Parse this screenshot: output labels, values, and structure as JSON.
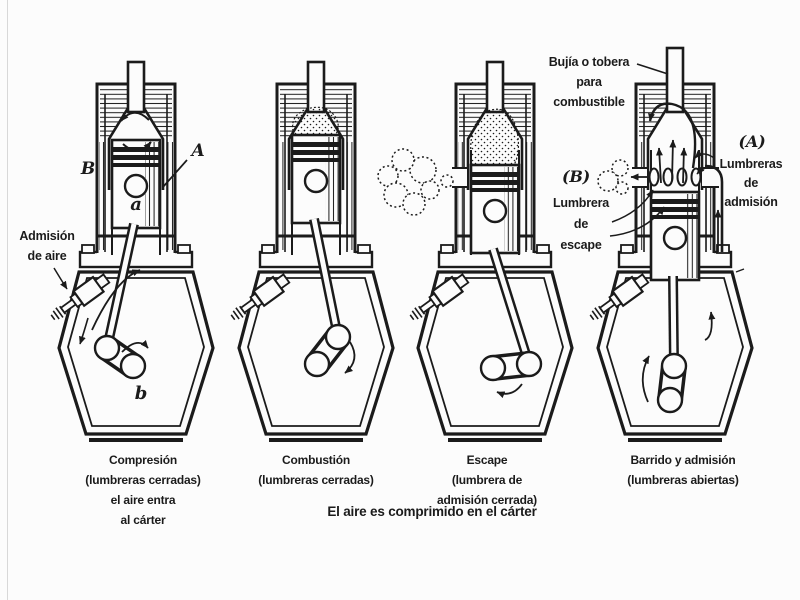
{
  "colors": {
    "background": "#fcfcfc",
    "ink": "#1b1b1b"
  },
  "labels": {
    "admission_air": [
      "Admisión",
      "de aire"
    ],
    "point_B": "B",
    "point_A": "A",
    "point_a": "a",
    "point_b": "b",
    "spark_plug": [
      "Bujía o tobera",
      "para",
      "combustible"
    ],
    "exhaust_port_tag": "(B)",
    "exhaust_port": [
      "Lumbrera",
      "de",
      "escape"
    ],
    "intake_ports_tag": "(A)",
    "intake_ports": [
      "Lumbreras",
      "de",
      "admisión"
    ]
  },
  "captions": {
    "stage1": [
      "Compresión",
      "(lumbreras cerradas)",
      "el aire entra",
      "al cárter"
    ],
    "stage2": [
      "Combustión",
      "(lumbreras cerradas)"
    ],
    "stage3": [
      "Escape",
      "(lumbrera de",
      "admisión cerrada)"
    ],
    "stage4": [
      "Barrido y admisión",
      "(lumbreras abiertas)"
    ]
  },
  "footnote": "El aire es comprimido en el cárter"
}
